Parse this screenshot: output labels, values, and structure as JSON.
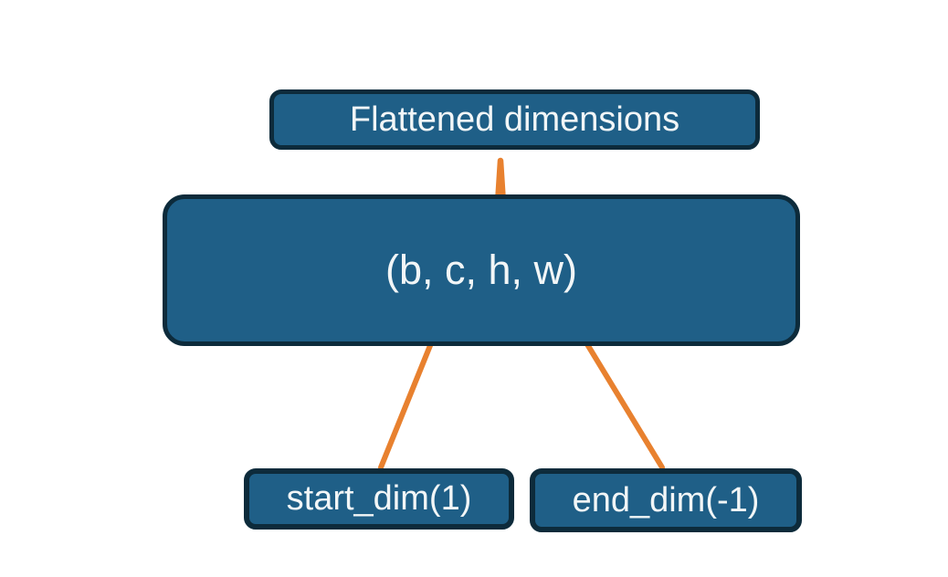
{
  "diagram": {
    "title_box": {
      "label": "Flattened dimensions"
    },
    "tensor_box": {
      "label": "(b, c, h, w)"
    },
    "start_dim_box": {
      "label": "start_dim(1)"
    },
    "end_dim_box": {
      "label": "end_dim(-1)"
    },
    "connectors": {
      "brace": "over-brace from Flattened dimensions box to the (c, h) span of the tensor shape",
      "start_dim_arrow": "arrow from start_dim(1) box pointing to dimension c",
      "end_dim_arrow": "arrow from end_dim(-1) box pointing to dimension w"
    }
  },
  "theme": {
    "background": "#ffffff",
    "box_fill": "#1f5f87",
    "box_border": "#0d2b3b",
    "text_color": "#f2f6f7",
    "accent_orange": "#e8812f"
  }
}
